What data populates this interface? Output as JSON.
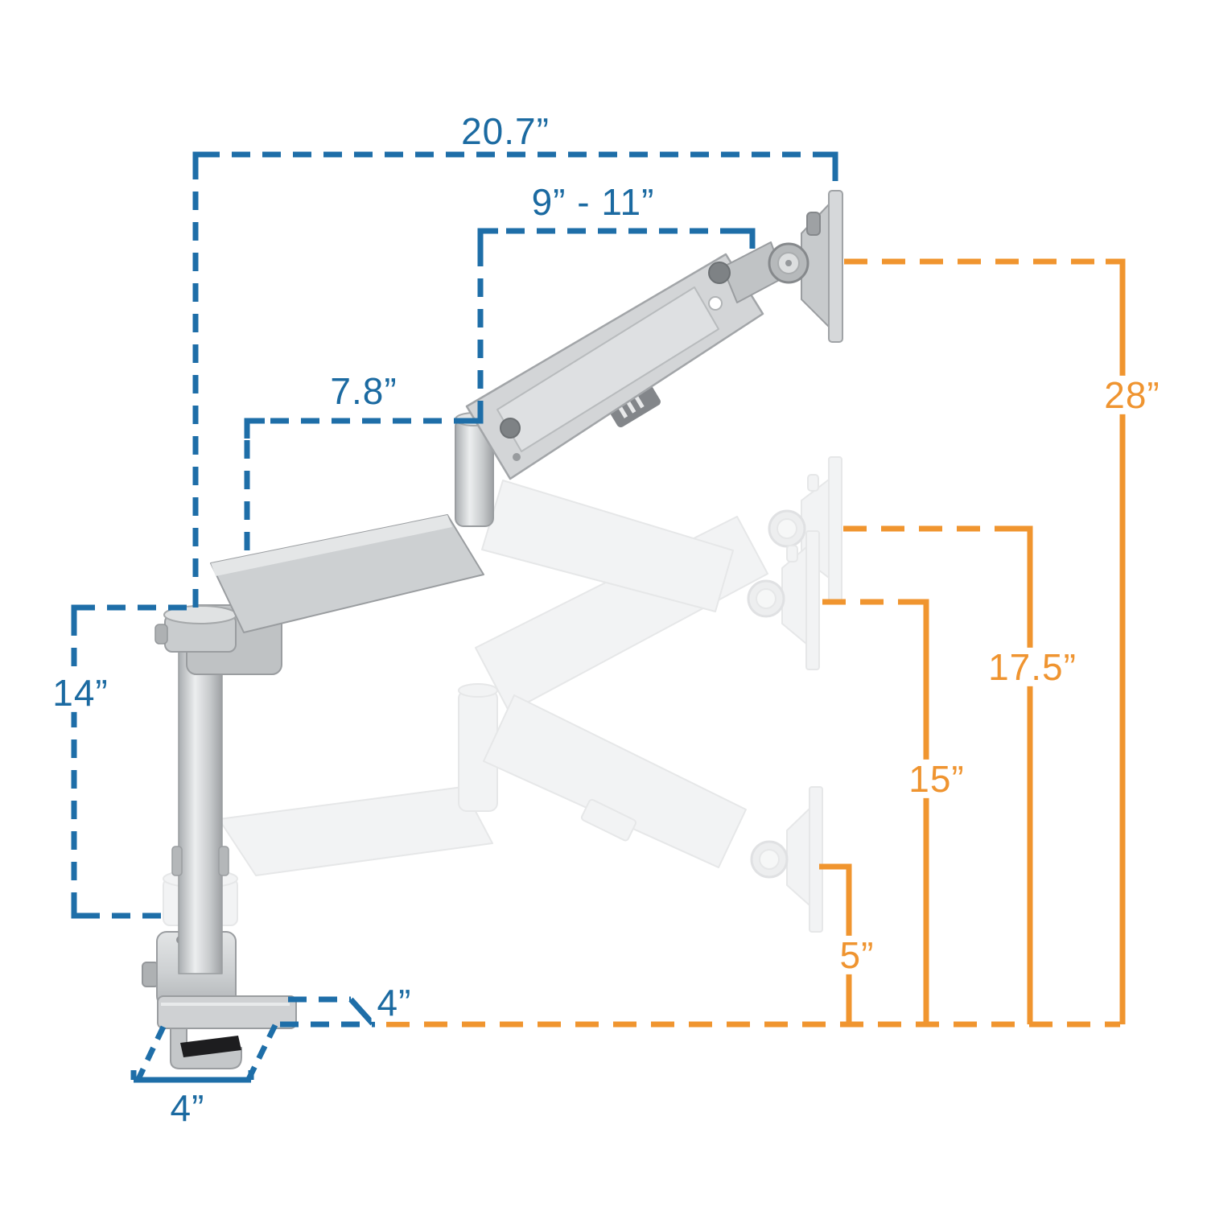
{
  "diagram": {
    "unit": "inches",
    "colors": {
      "dimension_blue": "#1e6ea8",
      "dimension_orange": "#f0952f",
      "arm_silver": "#d3d5d7",
      "ghost_silver": "#e6e8ea",
      "background": "#ffffff"
    },
    "blue_dimensions": {
      "full_reach": {
        "label": "20.7”"
      },
      "upper_arm": {
        "label": "9” - 11”"
      },
      "lower_arm": {
        "label": "7.8”"
      },
      "pole_height": {
        "label": "14”"
      },
      "clamp_depth": {
        "label": "4”"
      },
      "clamp_width": {
        "label": "4”"
      }
    },
    "orange_heights": {
      "max_height": {
        "label": "28”"
      },
      "upper_mid_height": {
        "label": "17.5”"
      },
      "lower_mid_height": {
        "label": "15”"
      },
      "min_height": {
        "label": "5”"
      }
    }
  }
}
